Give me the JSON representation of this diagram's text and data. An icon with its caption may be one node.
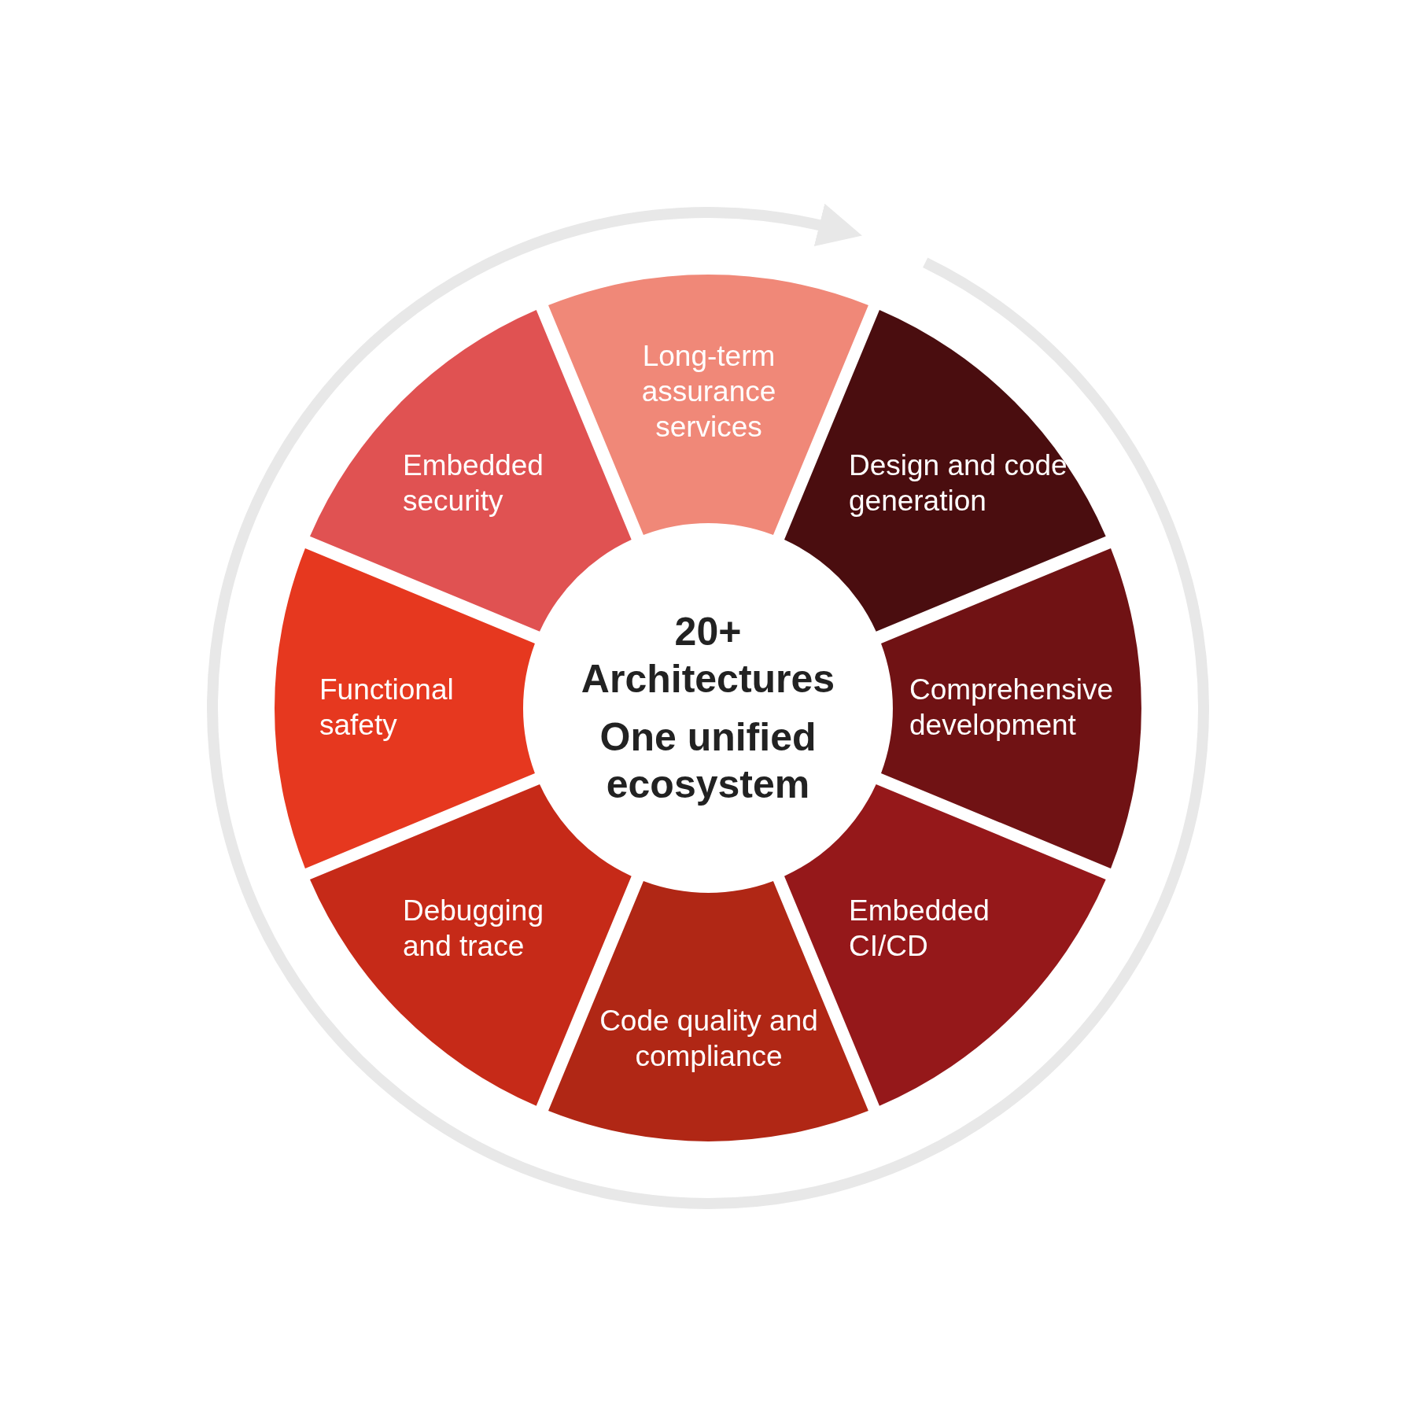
{
  "diagram": {
    "nodes": [
      {
        "text": [
          "Long-term assurance services"
        ]
      },
      {
        "text": [
          "Design and code generation"
        ]
      },
      {
        "text": [
          "Comprehensive development"
        ]
      },
      {
        "text": [
          "Embedded CI/CD"
        ]
      },
      {
        "text": [
          "Code quality and compliance"
        ]
      },
      {
        "text": [
          "Debugging and trace"
        ]
      },
      {
        "text": [
          "Functional safety"
        ]
      },
      {
        "text": [
          "Embedded security"
        ]
      },
      {
        "text": [
          "20+ Architectures",
          "One unified ecosystem"
        ]
      }
    ]
  }
}
